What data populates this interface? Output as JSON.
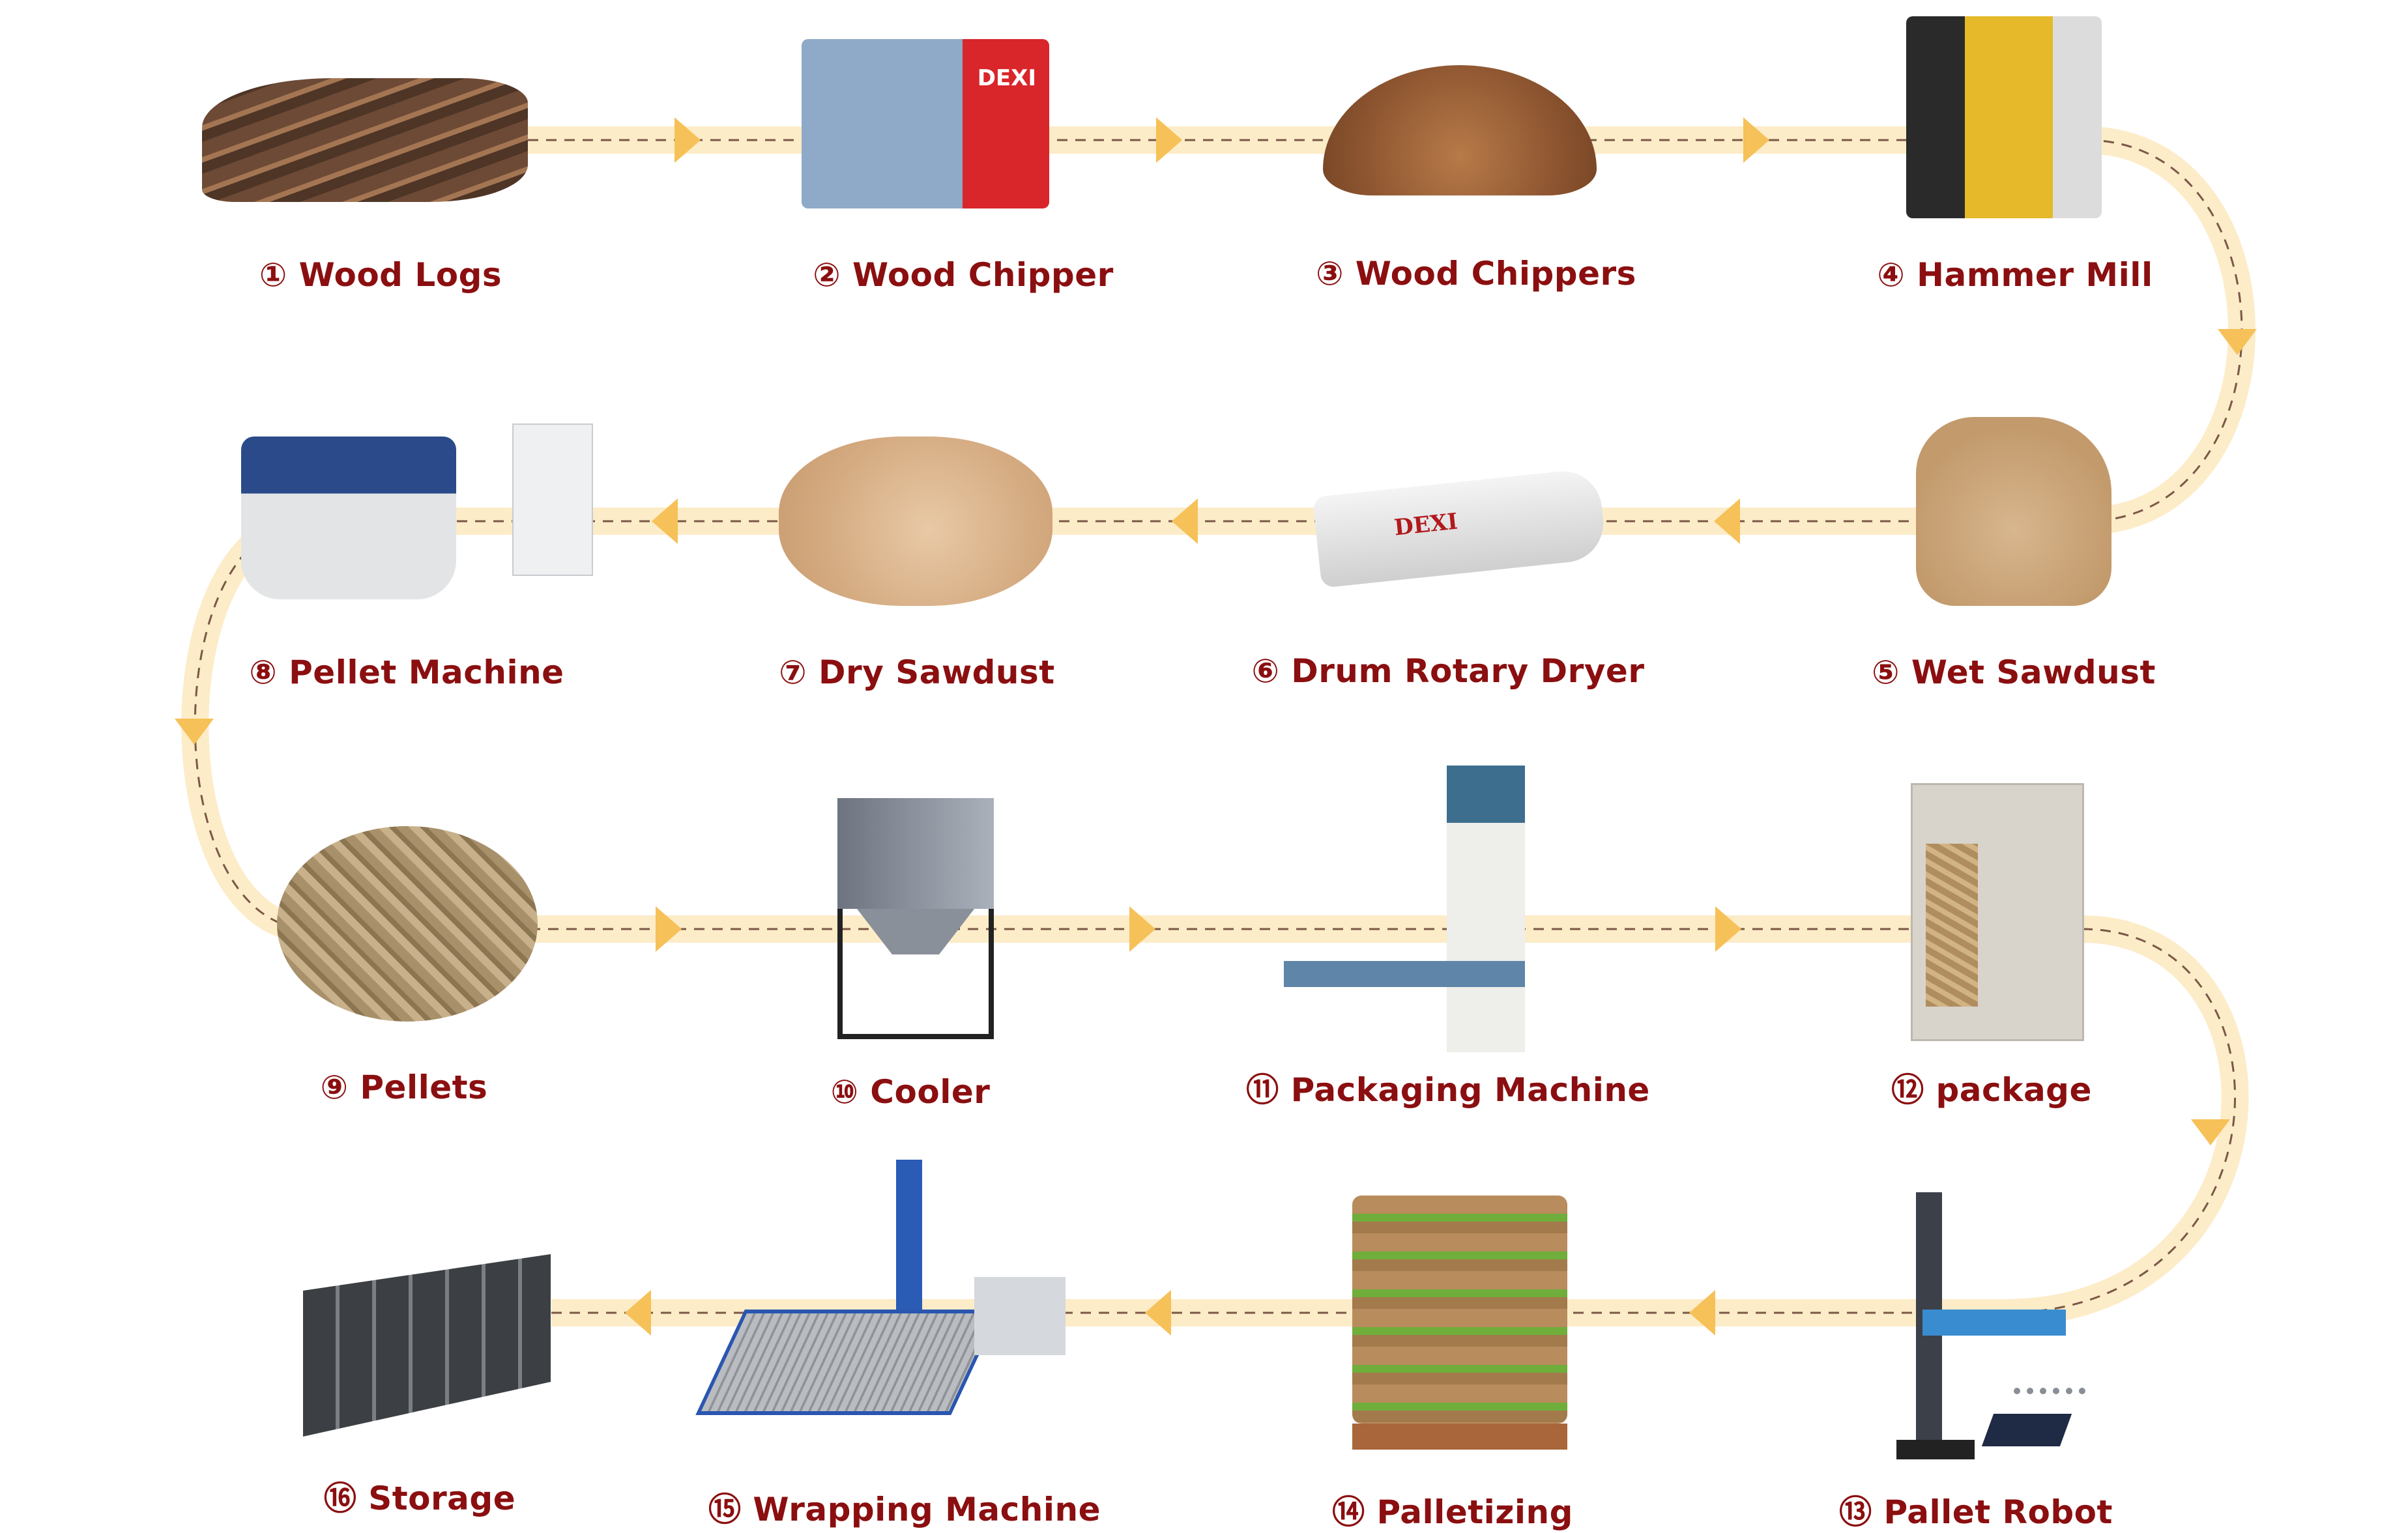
{
  "colors": {
    "band": "#fcecc8",
    "arrow": "#f6c158",
    "dash": "#7a5846",
    "label": "#8b0f10"
  },
  "steps": [
    {
      "label": "① Wood Logs",
      "icon": "wood-logs-image"
    },
    {
      "label": "② Wood Chipper",
      "icon": "wood-chipper-image"
    },
    {
      "label": "③ Wood Chippers",
      "icon": "wood-chips-image"
    },
    {
      "label": "④ Hammer Mill",
      "icon": "hammer-mill-image"
    },
    {
      "label": "⑤ Wet Sawdust",
      "icon": "wet-sawdust-image"
    },
    {
      "label": "⑥ Drum Rotary Dryer",
      "icon": "drum-dryer-image",
      "brand": "DEXI"
    },
    {
      "label": "⑦ Dry Sawdust",
      "icon": "dry-sawdust-image"
    },
    {
      "label": "⑧ Pellet Machine",
      "icon": "pellet-machine-image"
    },
    {
      "label": "⑨ Pellets",
      "icon": "pellets-image"
    },
    {
      "label": "⑩ Cooler",
      "icon": "cooler-image"
    },
    {
      "label": "⑪ Packaging Machine",
      "icon": "packaging-machine-image"
    },
    {
      "label": "⑫ package",
      "icon": "package-image"
    },
    {
      "label": "⑬ Pallet Robot",
      "icon": "pallet-robot-image"
    },
    {
      "label": "⑭ Palletizing",
      "icon": "palletizing-image"
    },
    {
      "label": "⑮ Wrapping Machine",
      "icon": "wrapping-machine-image"
    },
    {
      "label": "⑯ Storage",
      "icon": "storage-image"
    }
  ]
}
